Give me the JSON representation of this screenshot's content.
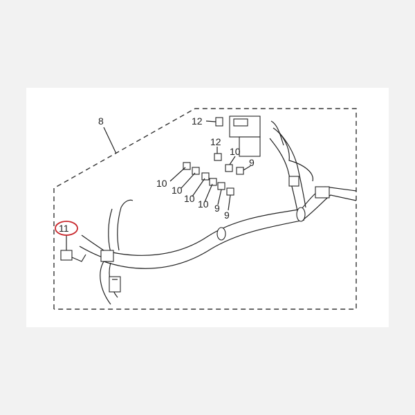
{
  "diagram": {
    "highlight_color": "#c8262b",
    "labels": {
      "l8": "8",
      "l12a": "12",
      "l12b": "12",
      "l10a": "10",
      "l10b": "10",
      "l10c": "10",
      "l10d": "10",
      "l10e": "10",
      "l9a": "9",
      "l9b": "9",
      "l9c": "9",
      "l11": "11"
    }
  }
}
